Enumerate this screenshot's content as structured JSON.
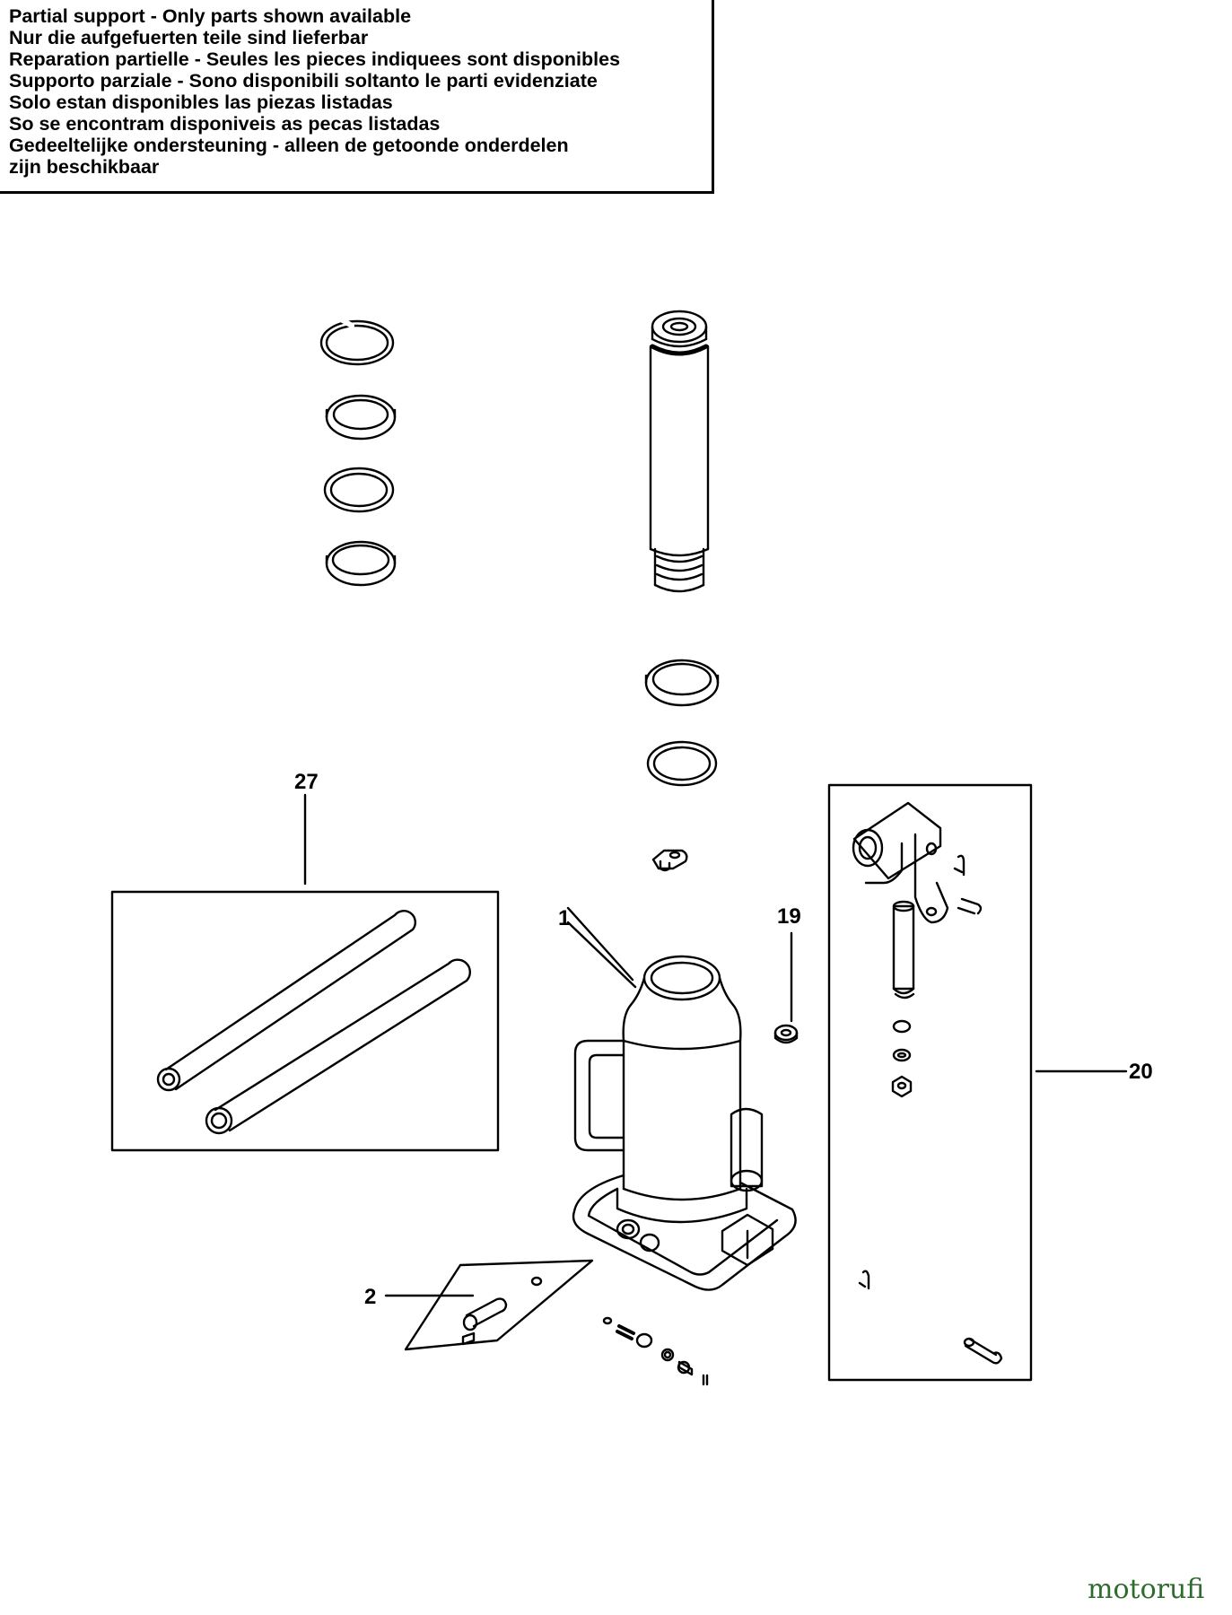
{
  "notice": {
    "lines": [
      "Partial support - Only parts shown available",
      "Nur die aufgefuerten teile sind lieferbar",
      "Reparation partielle - Seules les pieces indiquees sont disponibles",
      "Supporto parziale - Sono disponibili soltanto le parti evidenziate",
      "Solo estan disponibles las piezas listadas",
      "So se encontram disponiveis as pecas listadas",
      "Gedeeltelijke ondersteuning - alleen de getoonde onderdelen",
      "zijn beschikbaar"
    ]
  },
  "callouts": {
    "handle_set": "27",
    "jack_body": "1",
    "plug": "19",
    "pump_assembly": "20",
    "release_valve": "2",
    "small_mark_a": "11"
  },
  "watermark": {
    "text_main": "motoruf",
    "text_tail": "i"
  }
}
